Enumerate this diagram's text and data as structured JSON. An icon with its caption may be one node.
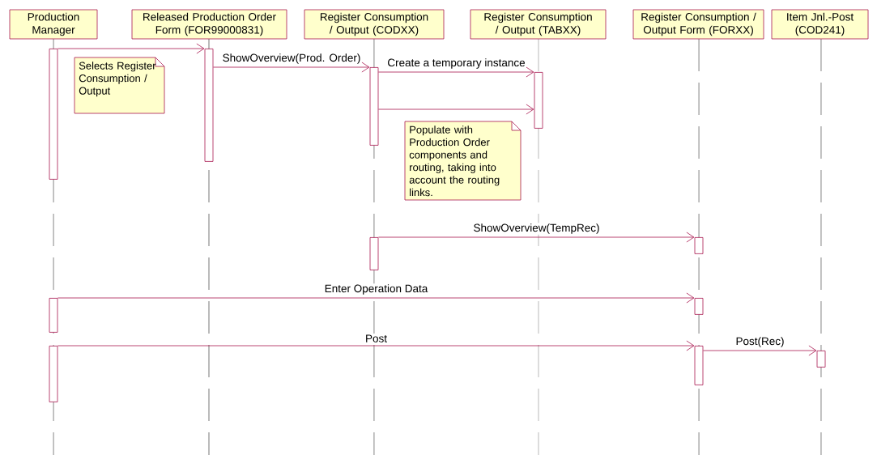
{
  "diagram": {
    "nodes": [
      {
        "text": [
          "Production Manager"
        ]
      },
      {
        "text": [
          "Released Production Order Form (FOR99000831)"
        ]
      },
      {
        "text": [
          "Register Consumption / Output (CODXX)"
        ]
      },
      {
        "text": [
          "Register Consumption / Output (TABXX)"
        ]
      },
      {
        "text": [
          "Register Consumption / Output Form (FORXX)"
        ]
      },
      {
        "text": [
          "Item Jnl.-Post (COD241)"
        ]
      },
      {
        "text": [],
        "shape": "bar"
      },
      {
        "text": [],
        "shape": "bar"
      },
      {
        "text": [
          "Selects Register Consumption / Output"
        ]
      },
      {
        "text": [],
        "shape": "bar"
      },
      {
        "text": [],
        "shape": "bar"
      },
      {
        "text": [
          "Populate with Production Order components and routing, taking into account the routing links."
        ]
      },
      {
        "text": [],
        "shape": "bar"
      },
      {
        "text": [],
        "shape": "bar"
      },
      {
        "text": [],
        "shape": "bar"
      },
      {
        "text": [],
        "shape": "bar"
      },
      {
        "text": [],
        "shape": "bar"
      },
      {
        "text": [],
        "shape": "bar"
      },
      {
        "text": [],
        "shape": "bar"
      }
    ],
    "edges": [
      {
        "from": 6,
        "to": 7,
        "arrow": "to"
      },
      {
        "from": 7,
        "to": 9,
        "label": "ShowOverview(Prod. Order)",
        "arrow": "to"
      },
      {
        "from": 9,
        "to": 10,
        "label": "Create a temporary instance",
        "arrow": "to"
      },
      {
        "from": 9,
        "to": 10,
        "arrow": "to"
      },
      {
        "from": 12,
        "to": 13,
        "label": "ShowOverview(TempRec)",
        "arrow": "to"
      },
      {
        "from": 14,
        "to": 15,
        "label": "Enter Operation Data",
        "arrow": "to"
      },
      {
        "from": 16,
        "to": 17,
        "label": "Post",
        "arrow": "to"
      },
      {
        "from": 17,
        "to": 18,
        "label": "Post(Rec)",
        "arrow": "to"
      }
    ]
  }
}
